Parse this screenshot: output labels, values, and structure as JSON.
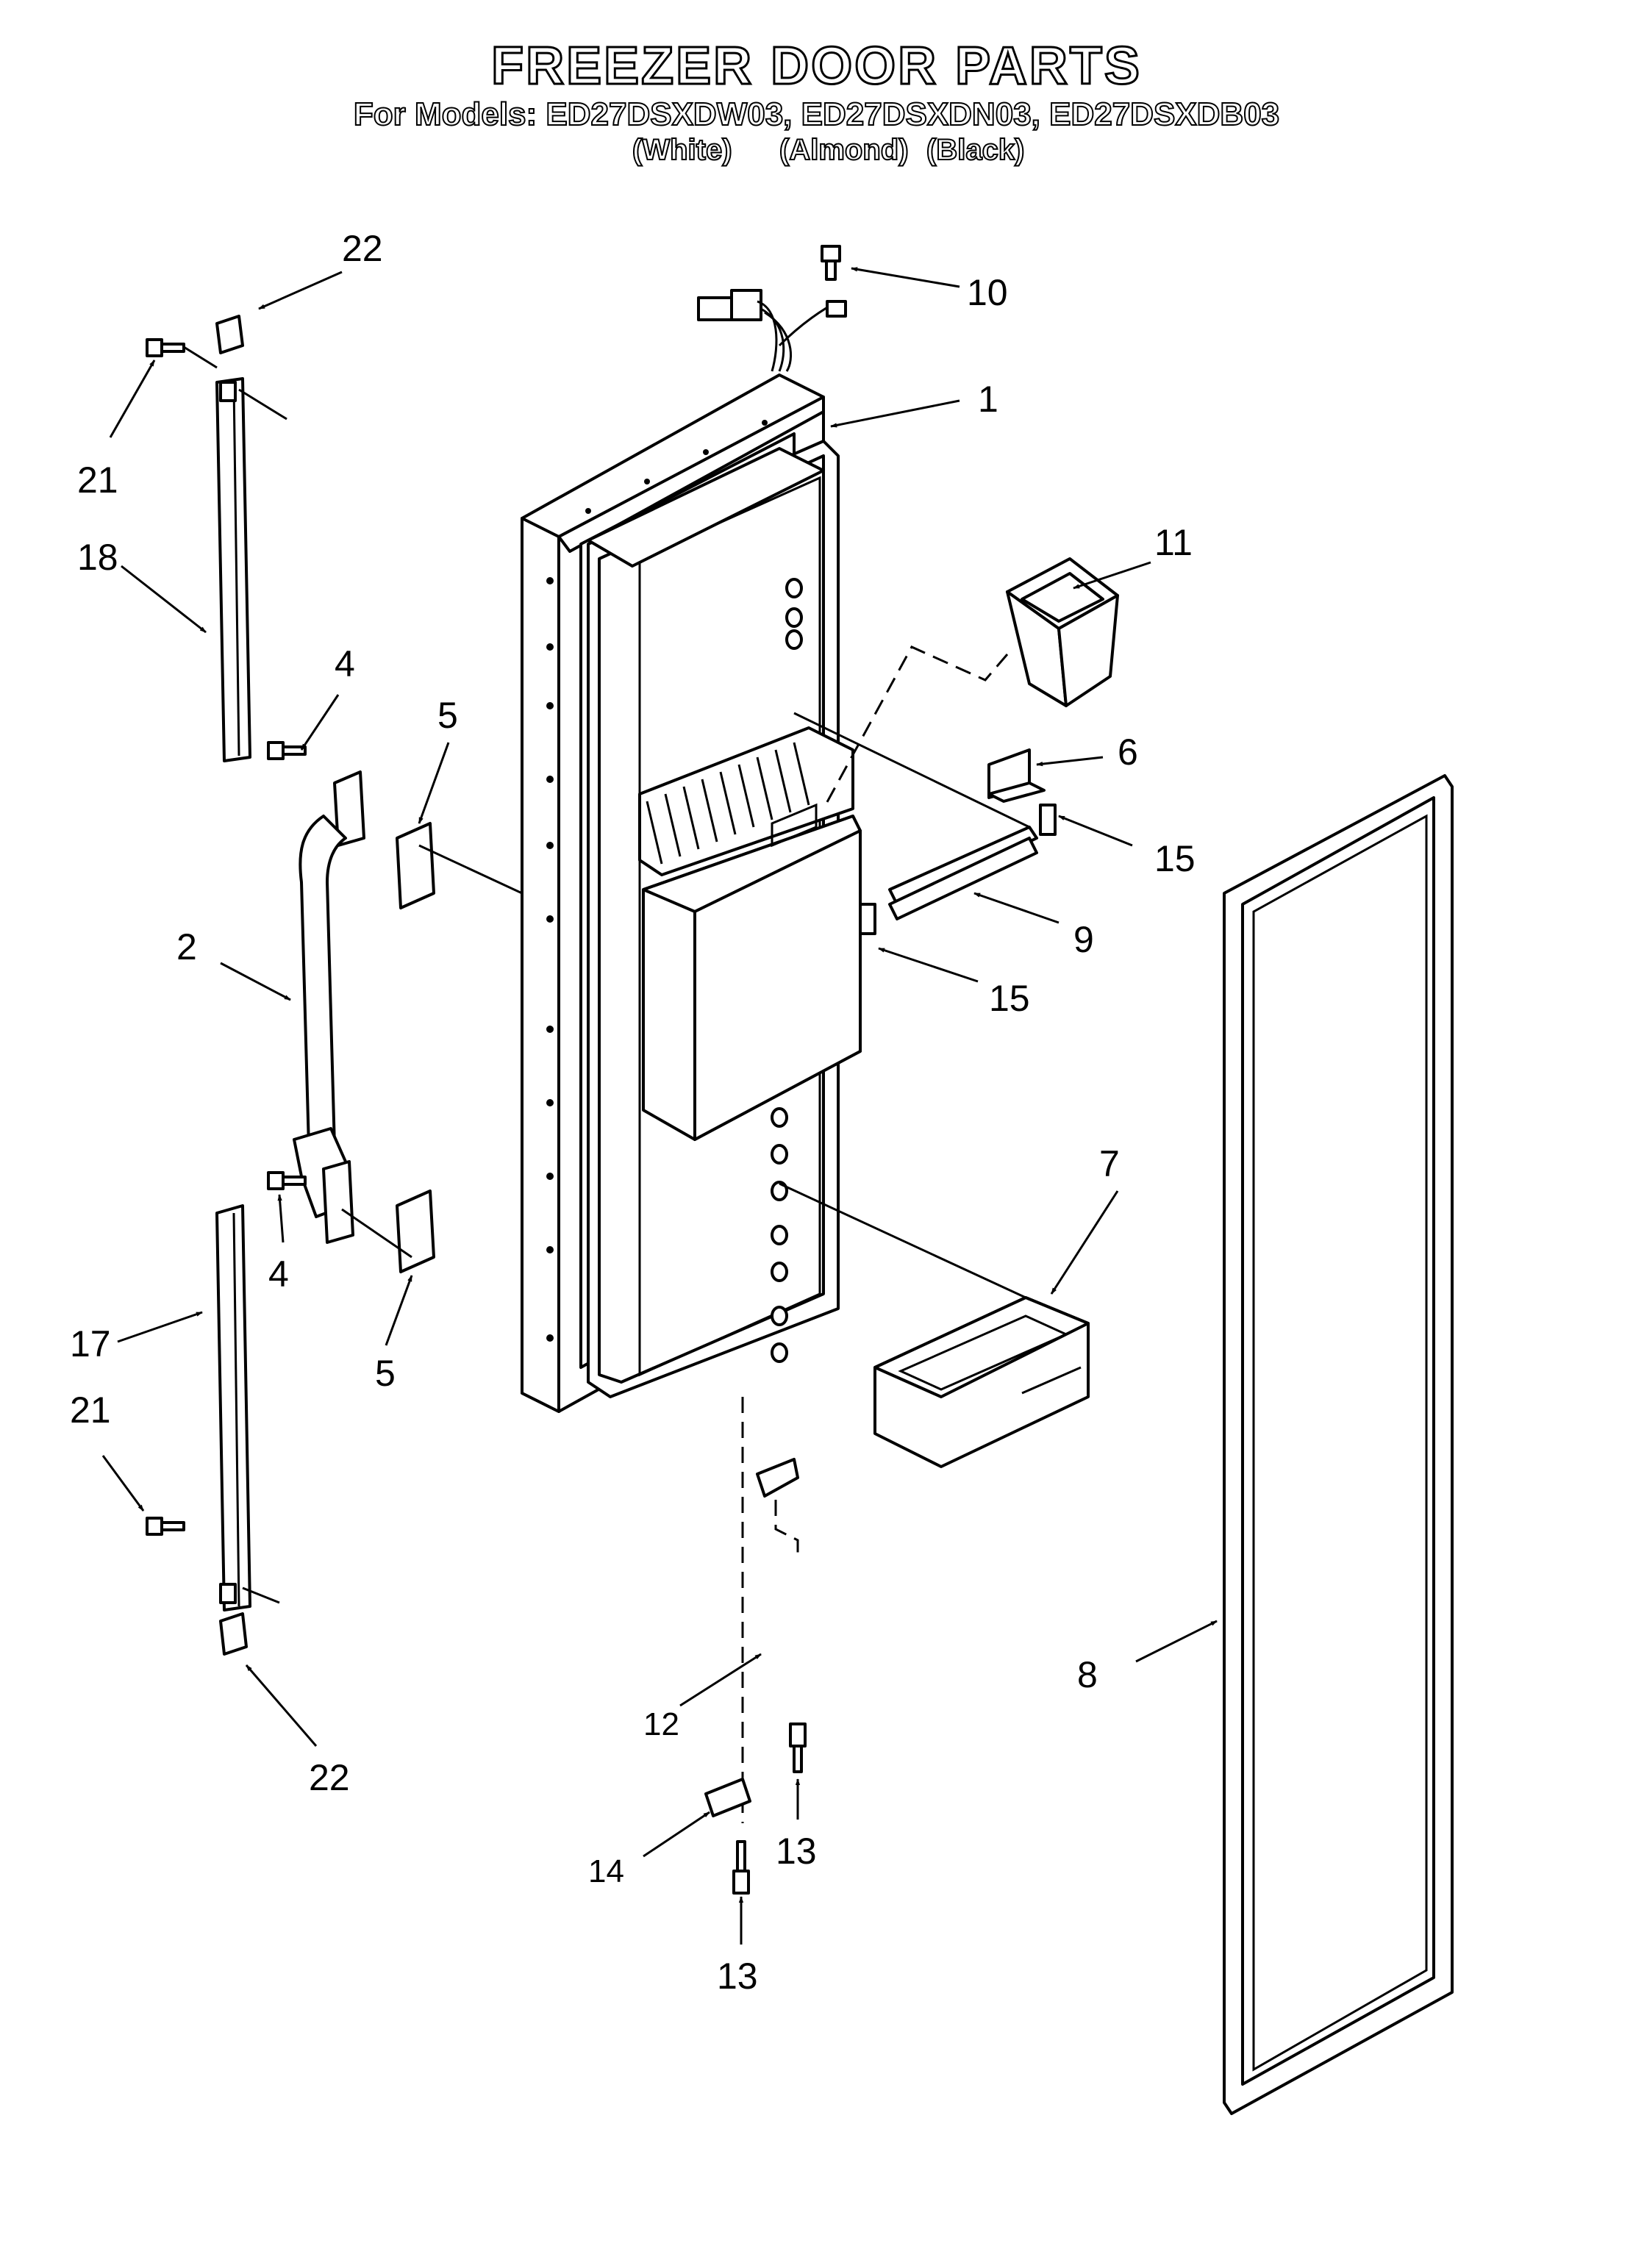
{
  "header": {
    "title": "FREEZER DOOR PARTS",
    "models_line": "For Models: ED27DSXDW03, ED27DSXDN03, ED27DSXDB03",
    "colors": [
      "(White)",
      "(Almond)",
      "(Black)"
    ]
  },
  "parts": {
    "p1": "1",
    "p2": "2",
    "p4a": "4",
    "p4b": "4",
    "p5a": "5",
    "p5b": "5",
    "p6": "6",
    "p7": "7",
    "p8": "8",
    "p9": "9",
    "p10": "10",
    "p11": "11",
    "p12": "12",
    "p13a": "13",
    "p13b": "13",
    "p14": "14",
    "p15a": "15",
    "p15b": "15",
    "p17": "17",
    "p18": "18",
    "p21a": "21",
    "p21b": "21",
    "p22a": "22",
    "p22b": "22"
  }
}
